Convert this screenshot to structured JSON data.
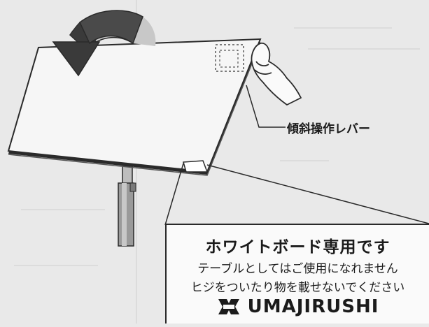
{
  "lever_label": "傾斜操作レバー",
  "notice": {
    "title": "ホワイトボード専用です",
    "line1": "テーブルとしてはご使用になれません",
    "line2": "ヒジをついたり物を載せないでください",
    "brand": "UMAJIRUSHI"
  },
  "colors": {
    "arrow_dark": "#3a3a3a",
    "arrow_light": "#c8c8c8",
    "board": "#f6f6f6",
    "outline": "#2a2a2a"
  }
}
